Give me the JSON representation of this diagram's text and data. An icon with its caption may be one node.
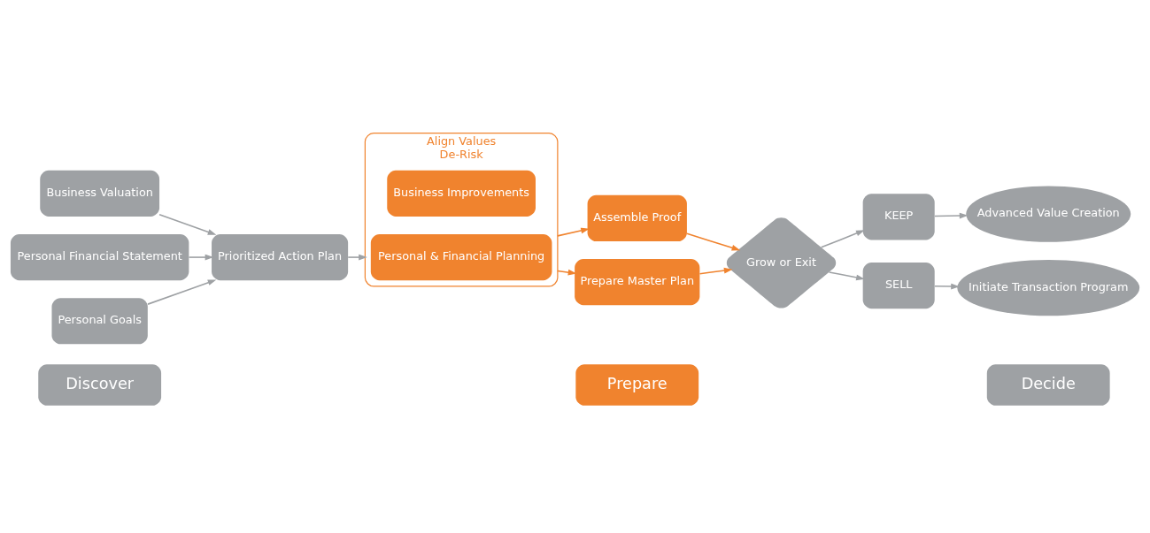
{
  "diagram": {
    "nodes": [
      {
        "text": [
          "Discover"
        ]
      },
      {
        "text": [
          "Prepare"
        ]
      },
      {
        "text": [
          "Decide"
        ]
      },
      {
        "text": [
          "Advanced Value Creation"
        ]
      },
      {
        "text": [
          "Business Valuation"
        ]
      },
      {
        "text": [
          "Personal Financial Statement"
        ]
      },
      {
        "text": [
          "Personal Goals"
        ]
      },
      {
        "text": [
          "Prioritized Action Plan"
        ]
      },
      {
        "text": [
          "Align Values",
          "De-Risk"
        ]
      },
      {
        "text": [
          "Business Improvements"
        ],
        "in": 8
      },
      {
        "text": [
          "Personal & Financial Planning"
        ],
        "in": 8
      },
      {
        "text": [
          "Assemble Proof"
        ]
      },
      {
        "text": [
          "Prepare Master Plan"
        ]
      },
      {
        "text": [
          "Grow or Exit"
        ]
      },
      {
        "text": [
          "KEEP"
        ]
      },
      {
        "text": [
          "SELL"
        ]
      },
      {
        "text": [
          "Initiate Transaction Program"
        ]
      }
    ],
    "edges": [
      {
        "from": 4,
        "to": 7,
        "arrow": "to"
      },
      {
        "from": 5,
        "to": 7,
        "arrow": "to"
      },
      {
        "from": 6,
        "to": 7,
        "arrow": "to"
      },
      {
        "from": 7,
        "to": 8,
        "arrow": "to"
      },
      {
        "from": 8,
        "to": 11,
        "arrow": "to",
        "color": "#f0832e"
      },
      {
        "from": 8,
        "to": 12,
        "arrow": "to",
        "color": "#f0832e"
      },
      {
        "from": 11,
        "to": 13,
        "arrow": "to",
        "color": "#f0832e"
      },
      {
        "from": 12,
        "to": 13,
        "arrow": "to",
        "color": "#f0832e"
      },
      {
        "from": 13,
        "to": 14,
        "arrow": "to"
      },
      {
        "from": 13,
        "to": 15,
        "arrow": "to"
      },
      {
        "from": 14,
        "to": 3,
        "arrow": "to"
      },
      {
        "from": 15,
        "to": 16,
        "arrow": "to"
      }
    ]
  }
}
